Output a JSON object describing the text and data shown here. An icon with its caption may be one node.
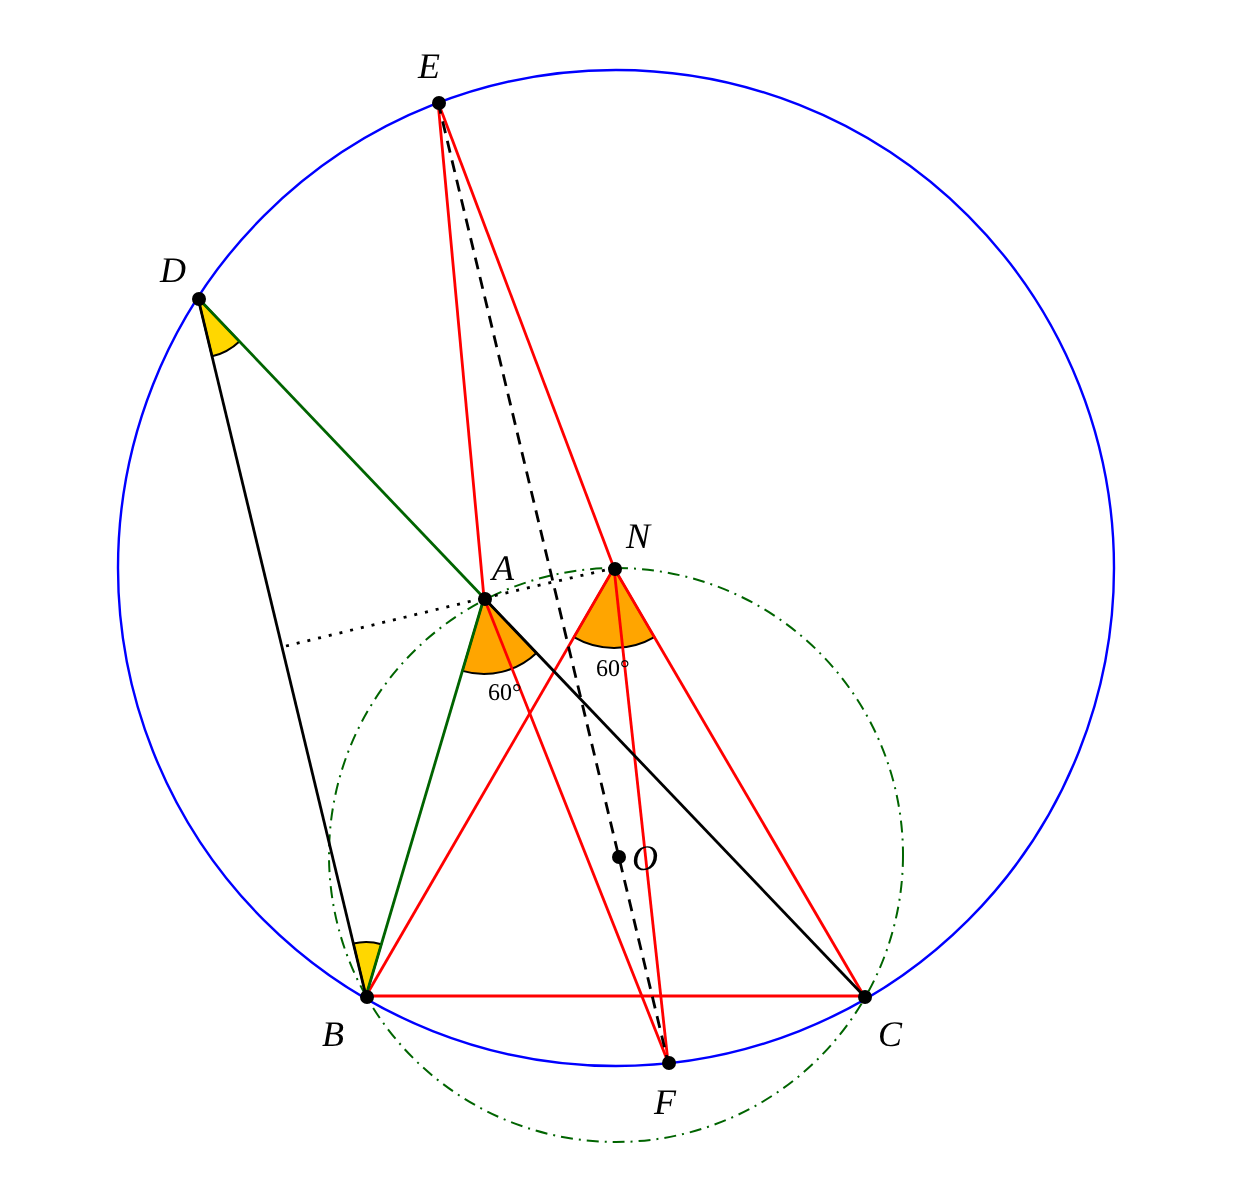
{
  "diagram": {
    "nodes": [
      {
        "text": [
          "E"
        ]
      },
      {
        "text": [
          "D"
        ]
      },
      {
        "text": [
          "N"
        ]
      },
      {
        "text": [
          "A"
        ]
      },
      {
        "text": [
          "O"
        ]
      },
      {
        "text": [
          "B"
        ]
      },
      {
        "text": [
          "C"
        ]
      },
      {
        "text": [
          "F"
        ]
      }
    ],
    "edges": [
      {
        "from": 0,
        "to": 3,
        "arrow": "none"
      },
      {
        "from": 3,
        "to": 7,
        "arrow": "none"
      },
      {
        "from": 0,
        "to": 2,
        "arrow": "none"
      },
      {
        "from": 2,
        "to": 6,
        "arrow": "none"
      },
      {
        "from": 2,
        "to": 7,
        "arrow": "none"
      },
      {
        "from": 2,
        "to": 5,
        "arrow": "none"
      },
      {
        "from": 5,
        "to": 6,
        "arrow": "none"
      },
      {
        "from": 0,
        "to": 7,
        "arrow": "none",
        "style": "dashed",
        "color": "#000000"
      },
      {
        "from": 1,
        "to": 3,
        "arrow": "none",
        "color": "#006400"
      },
      {
        "from": 1,
        "to": 5,
        "arrow": "none",
        "color": "#000000"
      },
      {
        "from": 3,
        "to": 5,
        "arrow": "none",
        "color": "#006400"
      },
      {
        "from": 3,
        "to": 6,
        "arrow": "none",
        "color": "#000000"
      },
      {
        "from": null,
        "to": 3,
        "arrow": "none",
        "style": "dashed",
        "color": "#000000"
      },
      {
        "from": 3,
        "to": 2,
        "arrow": "none",
        "style": "dashed",
        "color": "#000000"
      }
    ],
    "labels": [
      "60°",
      "60°"
    ]
  }
}
